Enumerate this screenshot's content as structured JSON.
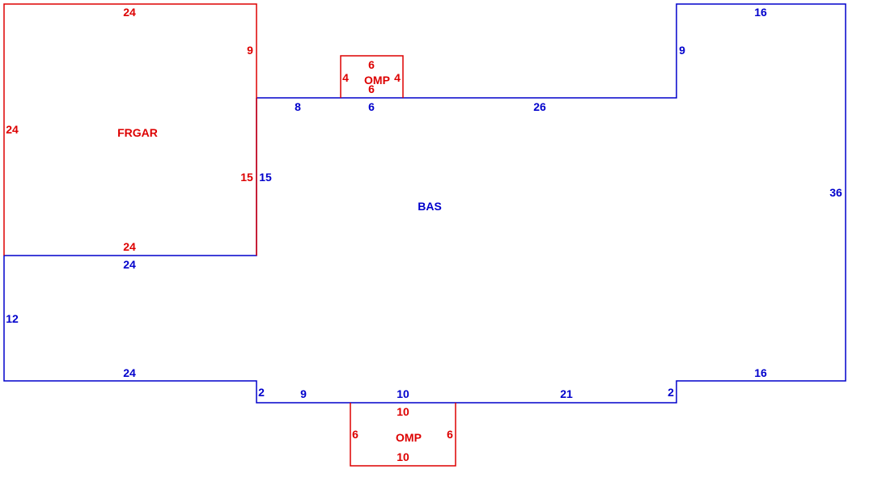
{
  "colors": {
    "main": "#0000cc",
    "secondary": "#dd0000"
  },
  "areas": {
    "bas": {
      "label": "BAS",
      "dims": {
        "top_step_right": "16",
        "right_step_vertical": "9",
        "top_right_run": "26",
        "top_omp_span": "6",
        "top_left_run": "8",
        "garage_shared_wall": "15",
        "right_wall": "36",
        "garage_bottom_shared": "24",
        "left_wall": "12",
        "bottom_left_run": "24",
        "bottom_left_drop": "2",
        "bottom_run_a": "9",
        "bottom_omp_span": "10",
        "bottom_run_b": "21",
        "bottom_right_drop": "2",
        "bottom_right_run": "16"
      }
    },
    "frgar": {
      "label": "FRGAR",
      "dims": {
        "top": "24",
        "right_upper": "9",
        "left": "24",
        "right_lower": "15",
        "bottom": "24"
      }
    },
    "omp_top": {
      "label": "OMP",
      "dims": {
        "top": "6",
        "left": "4",
        "right": "4",
        "bottom": "6"
      }
    },
    "omp_bottom": {
      "label": "OMP",
      "dims": {
        "top": "10",
        "left": "6",
        "right": "6",
        "bottom": "10"
      }
    }
  }
}
